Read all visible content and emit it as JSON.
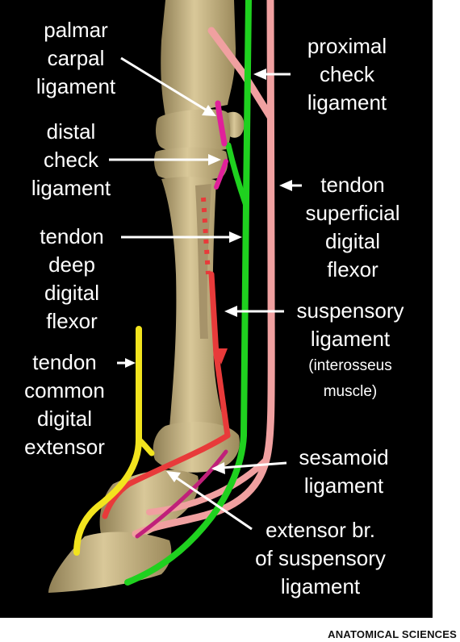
{
  "colors": {
    "background": "#000000",
    "bone": "#cbb98b",
    "deep_digital_flexor": "#1fd11f",
    "superficial_digital_flexor": "#f0a0a0",
    "suspensory_ligament": "#e83a3a",
    "check_ligaments": "#e0209a",
    "common_digital_extensor": "#f2e41e",
    "label_text": "#ffffff",
    "arrow": "#ffffff"
  },
  "labels": {
    "palmar_carpal_ligament": [
      "palmar",
      "carpal",
      "ligament"
    ],
    "distal_check_ligament": [
      "distal",
      "check",
      "ligament"
    ],
    "tendon_deep_digital_flexor": [
      "tendon",
      "deep",
      "digital",
      "flexor"
    ],
    "tendon_common_digital_extensor": [
      "tendon",
      "common",
      "digital",
      "extensor"
    ],
    "proximal_check_ligament": [
      "proximal",
      "check",
      "ligament"
    ],
    "tendon_superficial_digital_flexor": [
      "tendon",
      "superficial",
      "digital",
      "flexor"
    ],
    "suspensory_ligament": [
      "suspensory",
      "ligament"
    ],
    "suspensory_ligament_note": [
      "(interosseus",
      "muscle)"
    ],
    "sesamoid_ligament": [
      "sesamoid",
      "ligament"
    ],
    "extensor_branch": [
      "extensor br.",
      "of suspensory",
      "ligament"
    ]
  },
  "credit": "ANATOMICAL SCIENCES"
}
